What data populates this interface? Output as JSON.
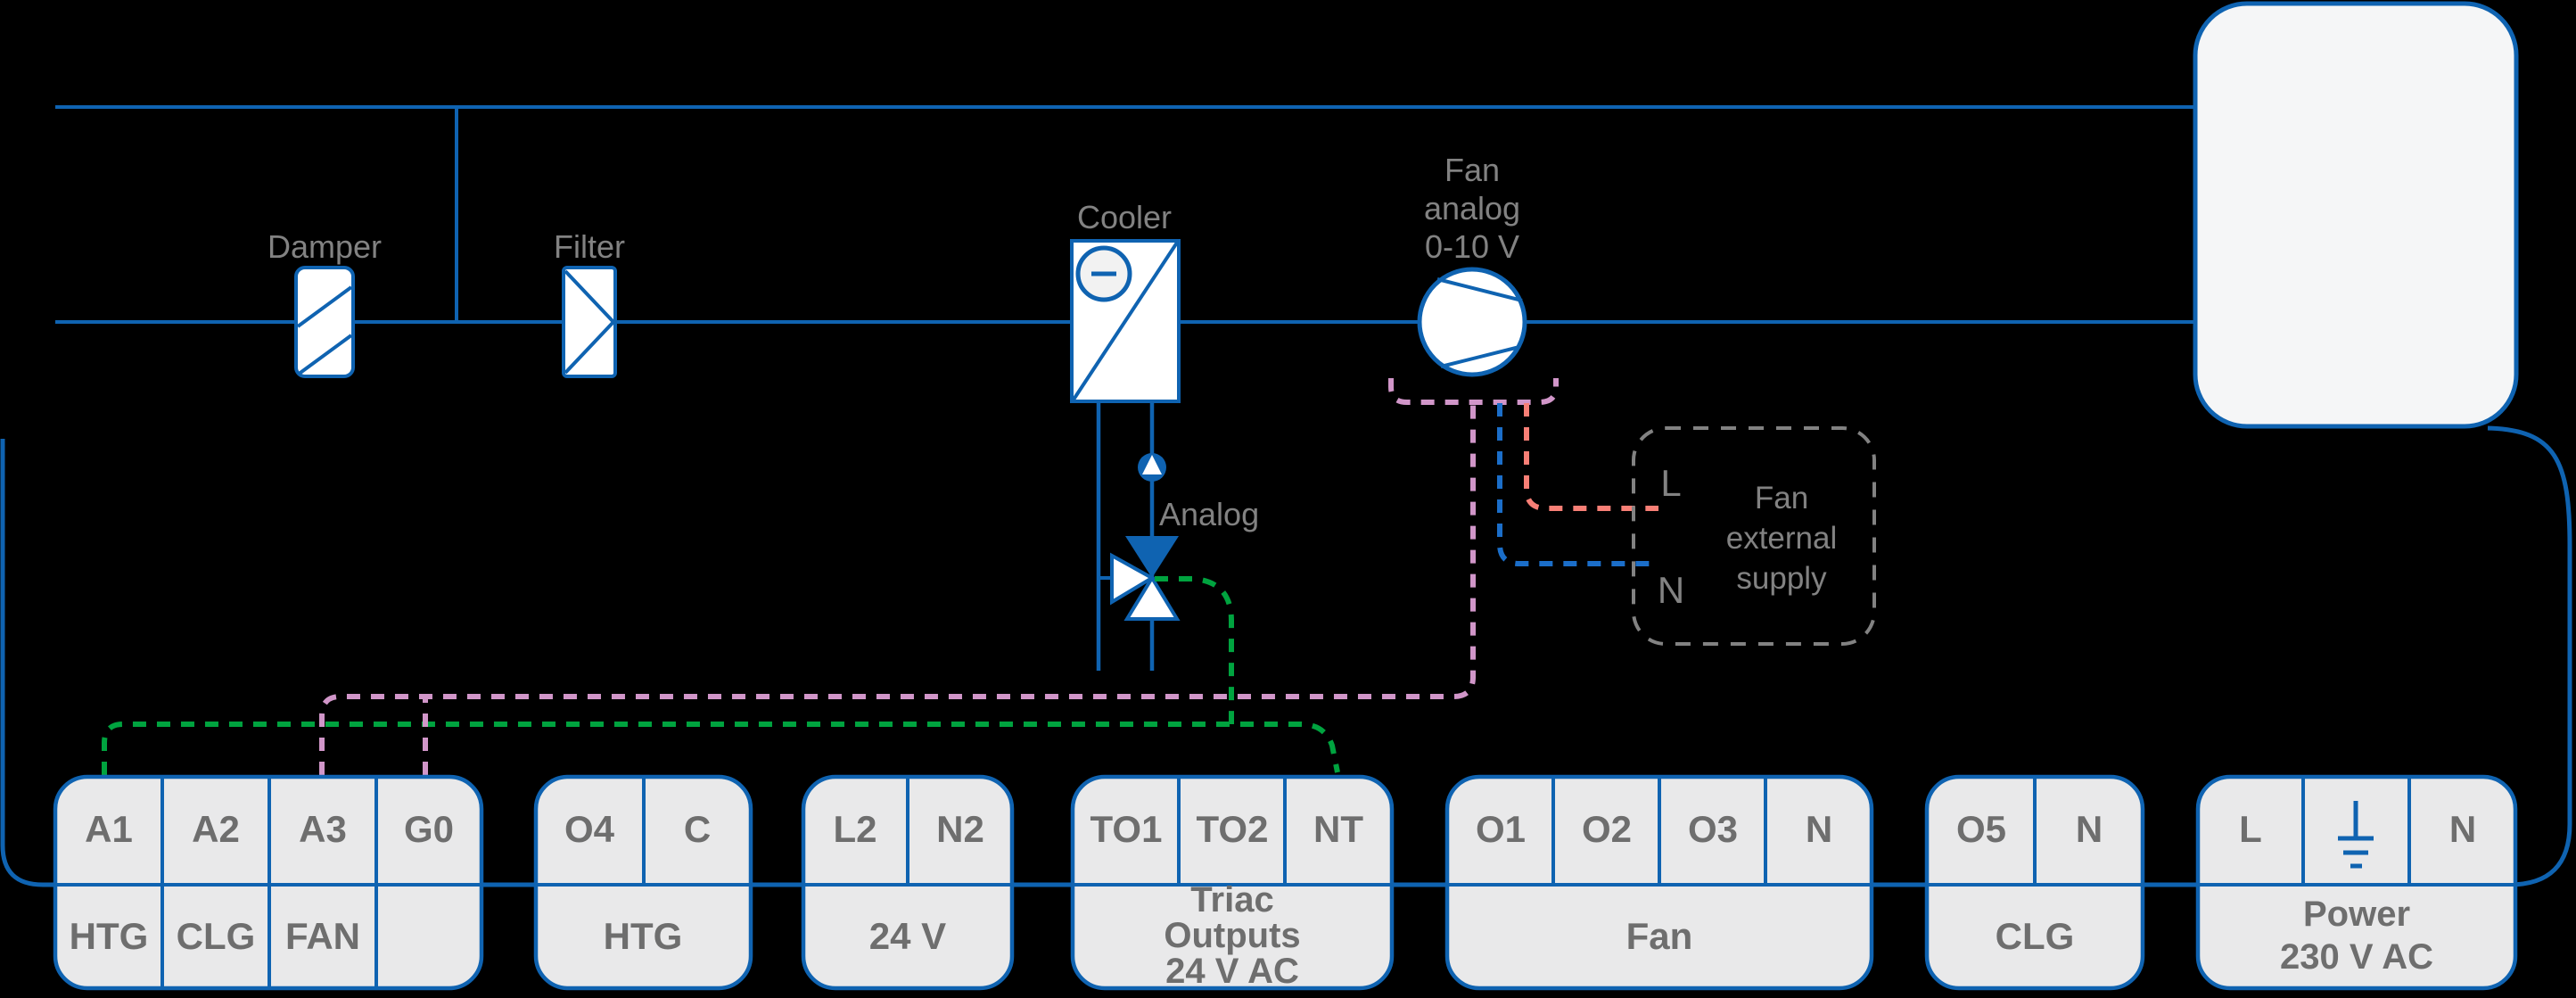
{
  "colors": {
    "line_blue": "#0f63b1",
    "wire_green": "#00a33f",
    "wire_pink": "#d196c9",
    "wire_blue": "#1b6ec9",
    "wire_red": "#f87f76",
    "dash_gray": "#828282",
    "label_gray": "#828282",
    "terminal_text": "#6e6e6e",
    "block_fill": "#e9e9ea",
    "panel_fill": "#f5f6f7",
    "background": "#000000"
  },
  "components": {
    "damper": {
      "label": "Damper"
    },
    "filter": {
      "label": "Filter"
    },
    "cooler": {
      "label": "Cooler"
    },
    "fan": {
      "label_lines": [
        "Fan",
        "analog",
        "0-10 V"
      ]
    },
    "valve": {
      "label": "Analog"
    }
  },
  "external_supply": {
    "terminal_l": "L",
    "terminal_n": "N",
    "label_lines": [
      "Fan",
      "external",
      "supply"
    ]
  },
  "terminal_blocks": [
    {
      "terminals": [
        "A1",
        "A2",
        "A3",
        "G0"
      ],
      "labels": [
        "HTG",
        "CLG",
        "FAN",
        ""
      ]
    },
    {
      "terminals": [
        "O4",
        "C"
      ],
      "labels": [
        "HTG"
      ]
    },
    {
      "terminals": [
        "L2",
        "N2"
      ],
      "labels": [
        "24 V"
      ]
    },
    {
      "terminals": [
        "TO1",
        "TO2",
        "NT"
      ],
      "labels": [
        "Triac",
        "Outputs",
        "24 V AC"
      ]
    },
    {
      "terminals": [
        "O1",
        "O2",
        "O3",
        "N"
      ],
      "labels": [
        "Fan"
      ]
    },
    {
      "terminals": [
        "O5",
        "N"
      ],
      "labels": [
        "CLG"
      ]
    },
    {
      "terminals": [
        "L",
        "N"
      ],
      "labels": [
        "Power",
        "230 V AC"
      ]
    }
  ]
}
